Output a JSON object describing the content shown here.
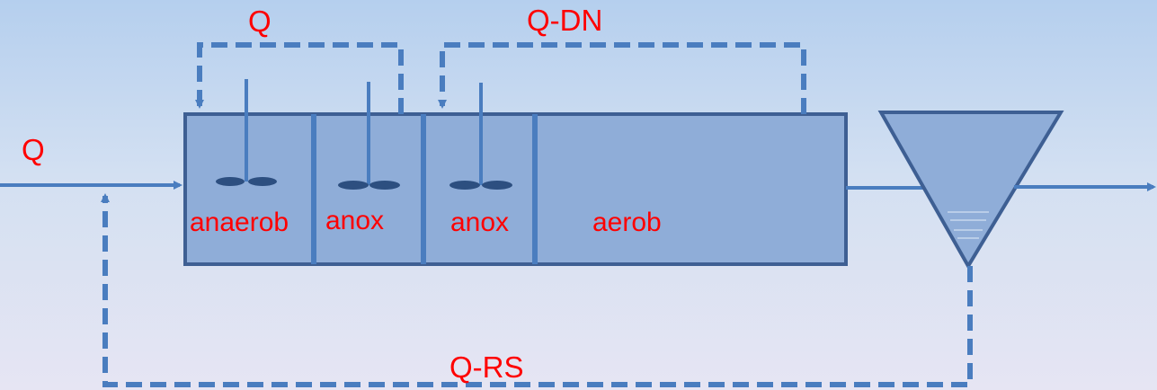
{
  "diagram": {
    "labels": {
      "inflow": "Q",
      "recycle_q": "Q",
      "recycle_dn": "Q-DN",
      "recycle_rs": "Q-RS"
    },
    "zones": [
      {
        "id": "zone-1",
        "label": "anaerob",
        "mixer": true
      },
      {
        "id": "zone-2",
        "label": "anox",
        "mixer": true
      },
      {
        "id": "zone-3",
        "label": "anox",
        "mixer": true
      },
      {
        "id": "zone-4",
        "label": "aerob",
        "mixer": false
      }
    ],
    "colors": {
      "line": "#4a7dbf",
      "tank_fill": "#8fadd8",
      "tank_border": "#3e5f93",
      "label_text": "#ff0000"
    }
  }
}
